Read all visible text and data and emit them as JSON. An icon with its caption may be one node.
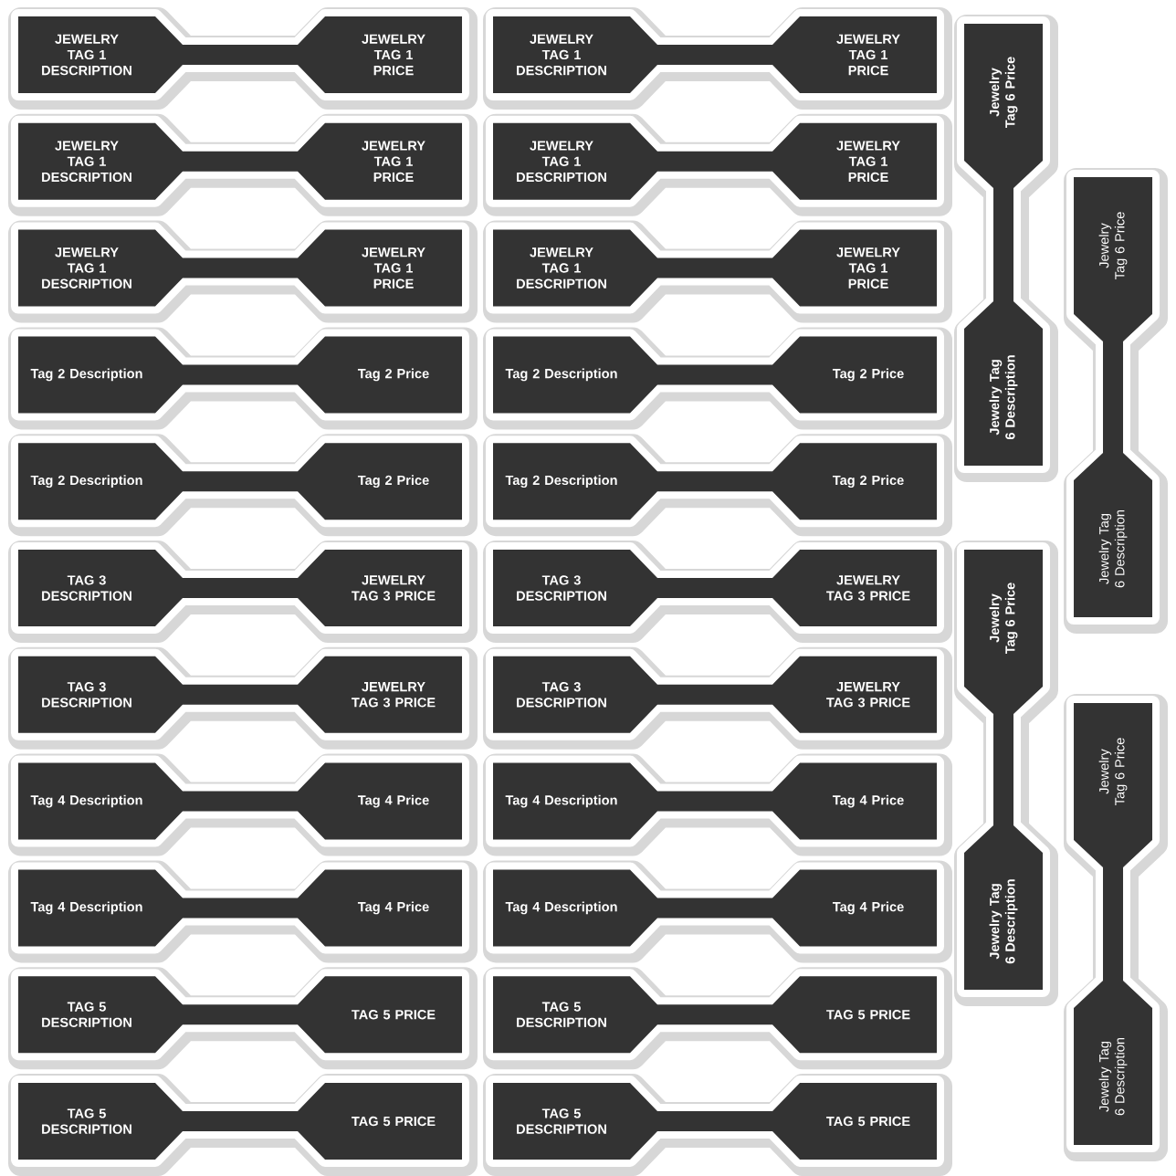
{
  "diagram": {
    "nodes": [
      {
        "text": [
          "JEWELRY TAG 1 DESCRIPTION",
          "JEWELRY TAG 1 PRICE"
        ]
      },
      {
        "text": [
          "JEWELRY TAG 1 DESCRIPTION",
          "JEWELRY TAG 1 PRICE"
        ]
      },
      {
        "text": [
          "JEWELRY TAG 1 DESCRIPTION",
          "JEWELRY TAG 1 PRICE"
        ]
      },
      {
        "text": [
          "JEWELRY TAG 1 DESCRIPTION",
          "JEWELRY TAG 1 PRICE"
        ]
      },
      {
        "text": [
          "JEWELRY TAG 1 DESCRIPTION",
          "JEWELRY TAG 1 PRICE"
        ]
      },
      {
        "text": [
          "JEWELRY TAG 1 DESCRIPTION",
          "JEWELRY TAG 1 PRICE"
        ]
      },
      {
        "text": [
          "Tag 2 Description",
          "Tag 2 Price"
        ]
      },
      {
        "text": [
          "Tag 2 Description",
          "Tag 2 Price"
        ]
      },
      {
        "text": [
          "Tag 2 Description",
          "Tag 2 Price"
        ]
      },
      {
        "text": [
          "Tag 2 Description",
          "Tag 2 Price"
        ]
      },
      {
        "text": [
          "TAG 3 DESCRIPTION",
          "JEWELRY TAG 3 PRICE"
        ]
      },
      {
        "text": [
          "TAG 3 DESCRIPTION",
          "JEWELRY TAG 3 PRICE"
        ]
      },
      {
        "text": [
          "TAG 3 DESCRIPTION",
          "JEWELRY TAG 3 PRICE"
        ]
      },
      {
        "text": [
          "TAG 3 DESCRIPTION",
          "JEWELRY TAG 3 PRICE"
        ]
      },
      {
        "text": [
          "Tag 4 Description",
          "Tag 4 Price"
        ]
      },
      {
        "text": [
          "Tag 4 Description",
          "Tag 4 Price"
        ]
      },
      {
        "text": [
          "Tag 4 Description",
          "Tag 4 Price"
        ]
      },
      {
        "text": [
          "Tag 4 Description",
          "Tag 4 Price"
        ]
      },
      {
        "text": [
          "TAG 5 DESCRIPTION",
          "TAG 5 PRICE"
        ]
      },
      {
        "text": [
          "TAG 5 DESCRIPTION",
          "TAG 5 PRICE"
        ]
      },
      {
        "text": [
          "TAG 5 DESCRIPTION",
          "TAG 5 PRICE"
        ]
      },
      {
        "text": [
          "TAG 5 DESCRIPTION",
          "TAG 5 PRICE"
        ]
      },
      {
        "text": [
          "Jewelry Tag 6 Price",
          "Jewelry Tag 6 Description"
        ]
      },
      {
        "text": [
          "Jewelry Tag 6 Price",
          "Jewelry Tag 6 Description"
        ]
      },
      {
        "text": [
          "Jewelry Tag 6 Price",
          "Jewelry Tag 6 Description"
        ]
      },
      {
        "text": [
          "Jewelry Tag 6 Price",
          "Jewelry Tag 6 Description"
        ]
      }
    ]
  }
}
